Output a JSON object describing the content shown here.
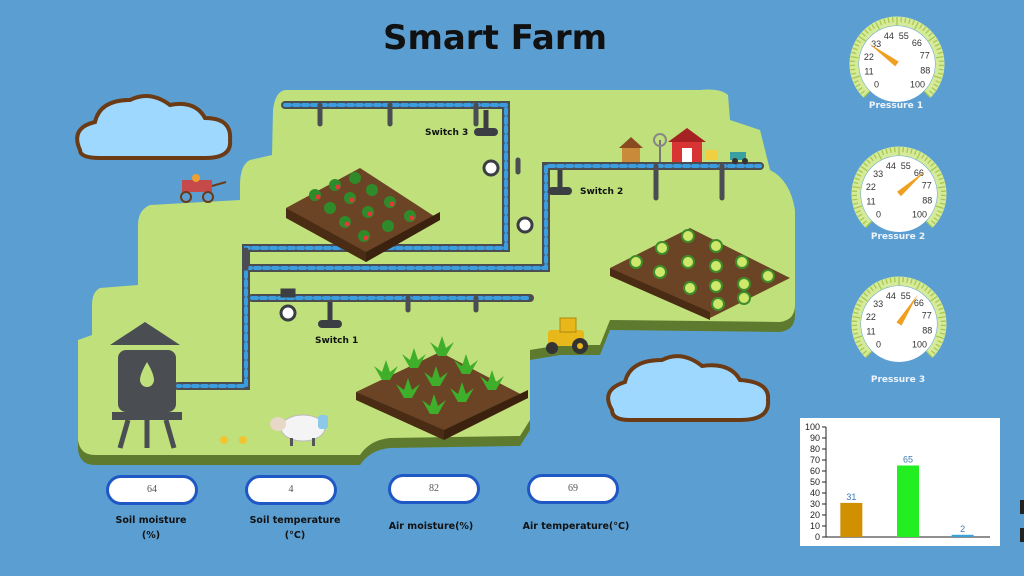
{
  "title": "Smart Farm",
  "switches": {
    "s1": "Switch 1",
    "s2": "Switch 2",
    "s3": "Switch 3"
  },
  "gauges": [
    {
      "caption": "Pressure 1",
      "value": 30
    },
    {
      "caption": "Pressure 2",
      "value": 68
    },
    {
      "caption": "Pressure 3",
      "value": 62
    }
  ],
  "gauge_ticks": [
    "0",
    "11",
    "22",
    "33",
    "44",
    "55",
    "66",
    "77",
    "88",
    "100"
  ],
  "sensors": [
    {
      "value": "64",
      "label_line1": "Soil moisture",
      "label_line2": "(%)"
    },
    {
      "value": "4",
      "label_line1": "Soil temperature",
      "label_line2": "(°C)"
    },
    {
      "value": "82",
      "label_line1": "Air moisture(%)",
      "label_line2": ""
    },
    {
      "value": "69",
      "label_line1": "Air temperature(°C)",
      "label_line2": ""
    }
  ],
  "chart_data": {
    "type": "bar",
    "values": [
      31,
      65,
      2
    ],
    "value_labels": [
      "31",
      "65",
      "2"
    ],
    "colors": [
      "#d09000",
      "#22ee22",
      "#3aa0d8"
    ],
    "ylim": [
      0,
      100
    ],
    "yticks": [
      "0",
      "10",
      "20",
      "30",
      "40",
      "50",
      "60",
      "70",
      "80",
      "90",
      "100"
    ]
  },
  "colors": {
    "background": "#5b9fd2",
    "land": "#bfe07b",
    "pipe": "#4a4d52",
    "pipe_dash": "#3a9de0",
    "sensor_border": "#1f57c4"
  }
}
